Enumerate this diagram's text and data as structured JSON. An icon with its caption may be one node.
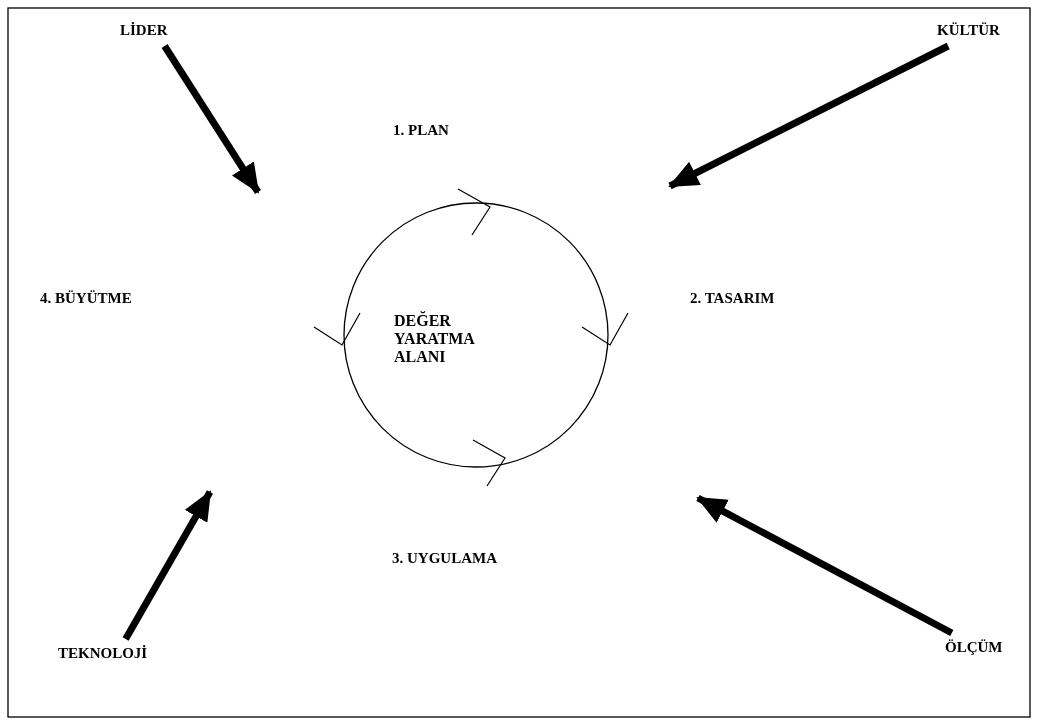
{
  "diagram": {
    "nodes": [
      {
        "text": [
          "DEĞER YARATMA ALANI"
        ]
      },
      {
        "text": [
          "LİDER"
        ]
      },
      {
        "text": [
          "KÜLTÜR"
        ]
      },
      {
        "text": [
          "TEKNOLOJİ"
        ]
      },
      {
        "text": [
          "ÖLÇÜM"
        ]
      }
    ],
    "edges": [
      {
        "from": 1,
        "to": null,
        "arrow": "to"
      },
      {
        "from": 2,
        "to": null,
        "arrow": "to"
      },
      {
        "from": 3,
        "to": null,
        "arrow": "to"
      },
      {
        "from": 4,
        "to": null,
        "arrow": "to"
      }
    ],
    "labels": [
      "1. PLAN",
      "4. BÜYÜTME",
      "2. TASARIM",
      "3. UYGULAMA"
    ]
  }
}
